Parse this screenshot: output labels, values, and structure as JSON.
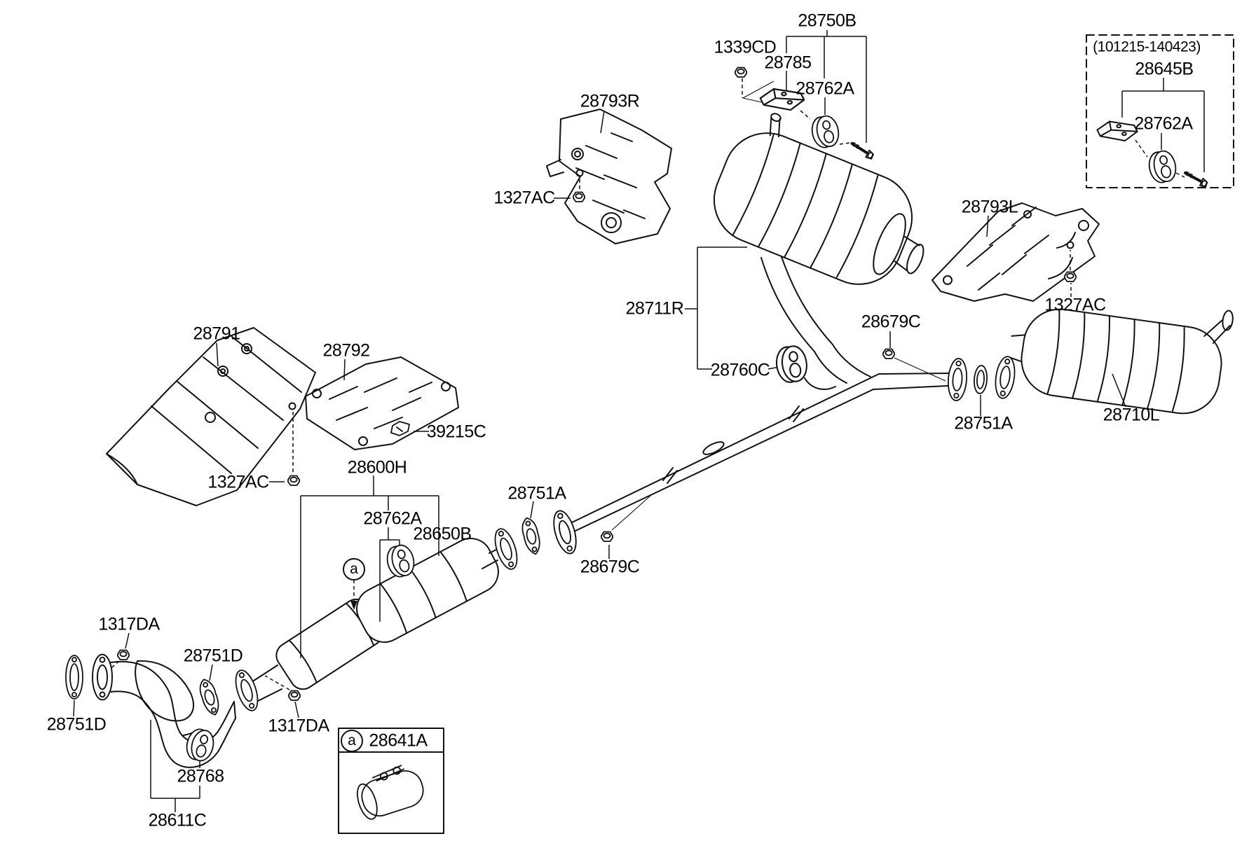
{
  "diagram": {
    "type": "exhaust-muffler-parts-diagram",
    "colors": {
      "line": "#111111",
      "background": "#ffffff"
    },
    "labels": [
      {
        "text": "28750B"
      },
      {
        "text": "1339CD"
      },
      {
        "text": "28785"
      },
      {
        "text": "28762A"
      },
      {
        "text": "28793R"
      },
      {
        "text": "(101215-140423)"
      },
      {
        "text": "28645B"
      },
      {
        "text": "28762A"
      },
      {
        "text": "1327AC"
      },
      {
        "text": "28793L"
      },
      {
        "text": "28711R"
      },
      {
        "text": "28679C"
      },
      {
        "text": "1327AC"
      },
      {
        "text": "28760C"
      },
      {
        "text": "28791"
      },
      {
        "text": "28792"
      },
      {
        "text": "28710L"
      },
      {
        "text": "28751A"
      },
      {
        "text": "39215C"
      },
      {
        "text": "28600H"
      },
      {
        "text": "1327AC"
      },
      {
        "text": "28751A"
      },
      {
        "text": "28762A"
      },
      {
        "text": "28650B"
      },
      {
        "text": "28679C"
      },
      {
        "text": "1317DA"
      },
      {
        "text": "28751D"
      },
      {
        "text": "28751D"
      },
      {
        "text": "1317DA"
      },
      {
        "text": "28768"
      },
      {
        "text": "28611C"
      },
      {
        "text": "28641A"
      }
    ],
    "callouts": [
      {
        "text": "a"
      },
      {
        "text": "a"
      }
    ]
  }
}
